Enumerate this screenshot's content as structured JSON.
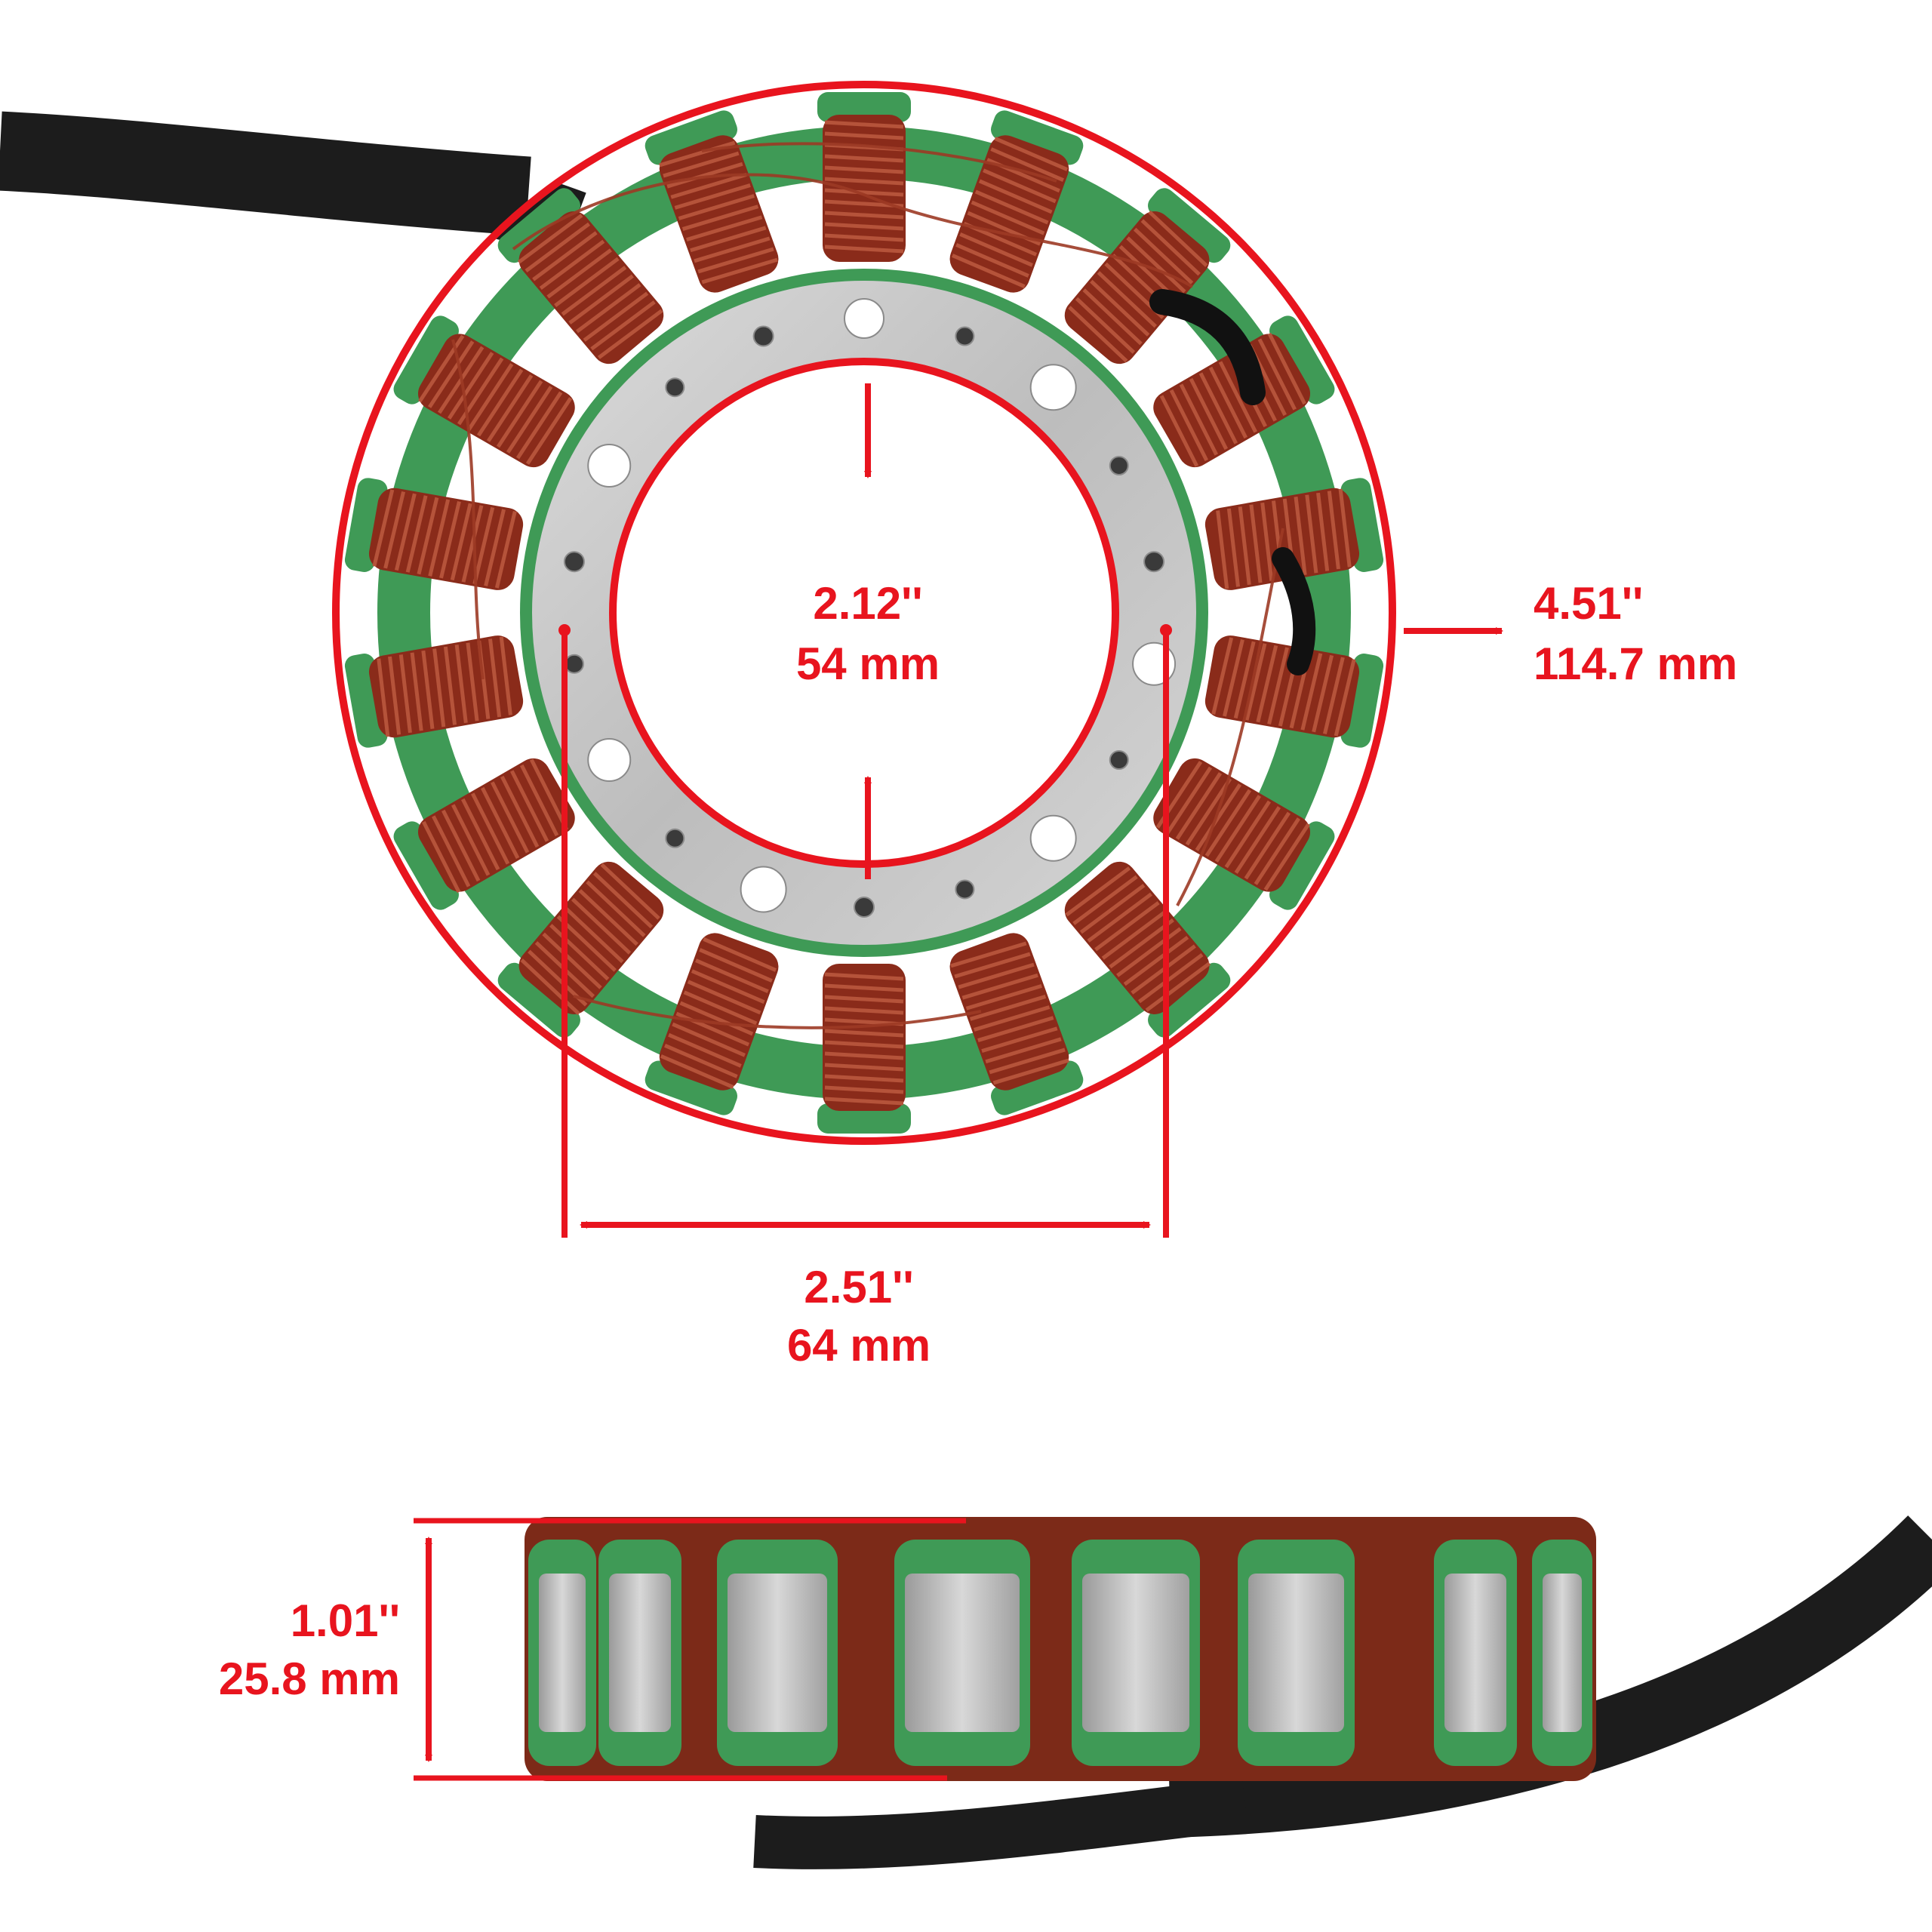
{
  "colors": {
    "accent": "#e8141e",
    "copper": "#8a2b1a",
    "copper_light": "#b5533a",
    "green": "#3f9a56",
    "steel": "#c9c9c9",
    "cable": "#1c1c1c"
  },
  "top_view": {
    "inner_diameter": {
      "imperial": "2.12''",
      "metric": "54 mm"
    },
    "outer_diameter": {
      "imperial": "4.51''",
      "metric": "114.7 mm"
    },
    "bolt_spacing": {
      "imperial": "2.51''",
      "metric": "64 mm"
    },
    "coil_count": 18
  },
  "side_view": {
    "height": {
      "imperial": "1.01''",
      "metric": "25.8 mm"
    }
  }
}
